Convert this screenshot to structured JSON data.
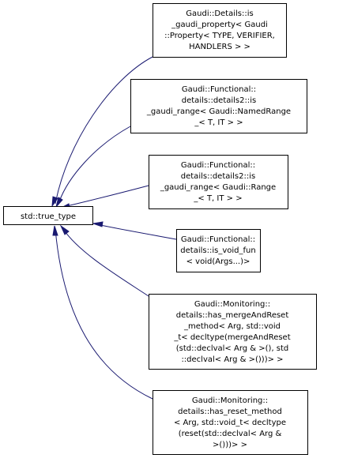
{
  "diagram": {
    "root": {
      "label": "std::true_type"
    },
    "nodes": [
      {
        "id": "is-gaudi-property",
        "lines": [
          "Gaudi::Details::is",
          "_gaudi_property< Gaudi",
          "::Property< TYPE, VERIFIER,",
          "HANDLERS > >"
        ]
      },
      {
        "id": "is-gaudi-range-named",
        "lines": [
          "Gaudi::Functional::",
          "details::details2::is",
          "_gaudi_range< Gaudi::NamedRange",
          "_< T, IT > >"
        ]
      },
      {
        "id": "is-gaudi-range",
        "lines": [
          "Gaudi::Functional::",
          "details::details2::is",
          "_gaudi_range< Gaudi::Range",
          "_< T, IT > >"
        ]
      },
      {
        "id": "is-void-fun",
        "lines": [
          "Gaudi::Functional::",
          "details::is_void_fun",
          "< void(Args...)>"
        ]
      },
      {
        "id": "has-merge-and-reset",
        "lines": [
          "Gaudi::Monitoring::",
          "details::has_mergeAndReset",
          "_method< Arg, std::void",
          "_t< decltype(mergeAndReset",
          "(std::declval< Arg & >(), std",
          "::declval< Arg & >()))> >"
        ]
      },
      {
        "id": "has-reset-method",
        "lines": [
          "Gaudi::Monitoring::",
          "details::has_reset_method",
          "< Arg, std::void_t< decltype",
          "(reset(std::declval< Arg &",
          ">()))> >"
        ]
      }
    ]
  }
}
